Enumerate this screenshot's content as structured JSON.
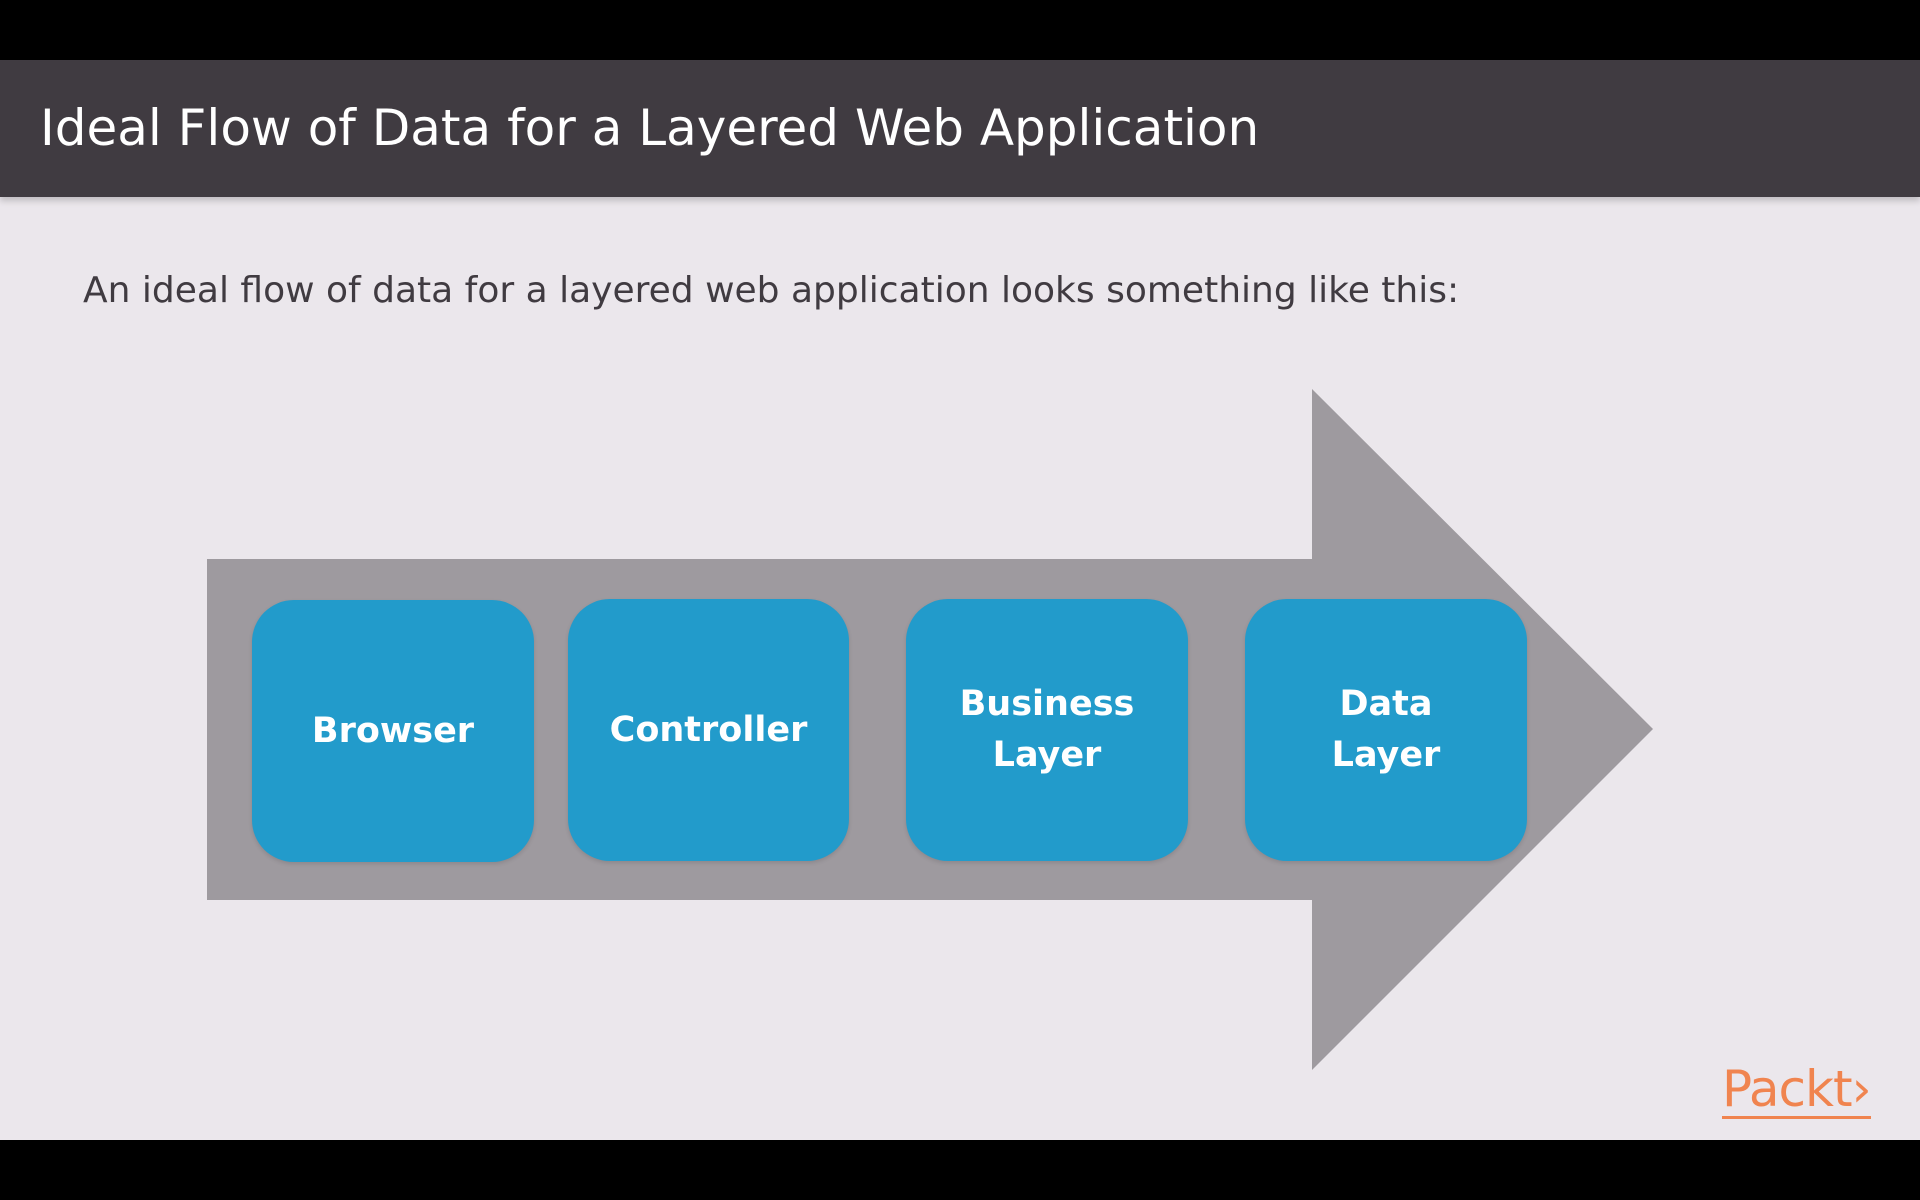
{
  "title": "Ideal Flow of Data for a Layered Web Application",
  "intro": "An ideal flow of data for a layered web application looks something like this:",
  "diagram": {
    "boxes": [
      {
        "label": "Browser"
      },
      {
        "label": "Controller"
      },
      {
        "label": "Business\nLayer"
      },
      {
        "label": "Data\nLayer"
      }
    ],
    "colors": {
      "arrow": "#9e9a9f",
      "box": "#229bcb",
      "box_text": "#ffffff"
    }
  },
  "logo": "Packt›",
  "colors": {
    "title_bar": "#403b41",
    "slide_background": "#ebe7ec",
    "logo": "#f0844f"
  }
}
